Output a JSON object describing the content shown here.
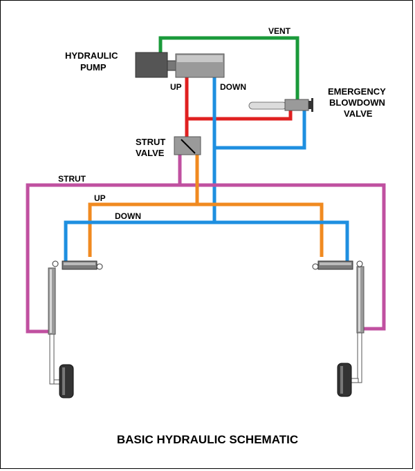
{
  "labels": {
    "pump_line1": "HYDRAULIC",
    "pump_line2": "PUMP",
    "vent": "VENT",
    "up_top": "UP",
    "down_top": "DOWN",
    "emergency_line1": "EMERGENCY",
    "emergency_line2": "BLOWDOWN",
    "emergency_line3": "VALVE",
    "strut_valve_line1": "STRUT",
    "strut_valve_line2": "VALVE",
    "strut_line": "STRUT",
    "up_line": "UP",
    "down_line": "DOWN",
    "title": "BASIC HYDRAULIC SCHEMATIC"
  },
  "colors": {
    "vent": "#1a9a3a",
    "up": "#e02020",
    "down": "#1e8fe0",
    "gear_up": "#f08a20",
    "strut": "#c050a0",
    "component": "#8c8c8c",
    "component_dark": "#555555"
  }
}
